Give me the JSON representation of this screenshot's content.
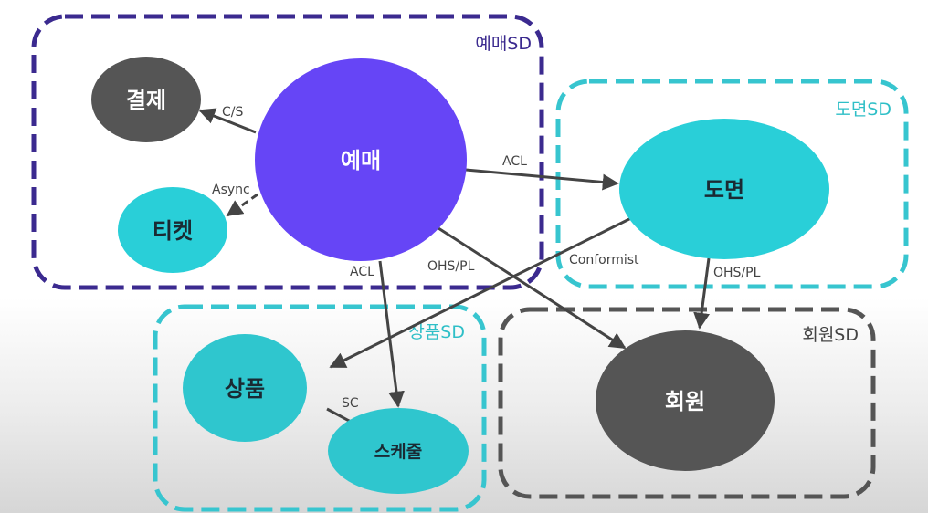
{
  "colors": {
    "purple_dark": "#3b2a8f",
    "purple": "#6645f6",
    "cyan": "#29cfd8",
    "teal": "#2fbfc7",
    "gray": "#555555",
    "gray_dashed": "#555555"
  },
  "domains": {
    "reservation_sd": "예매SD",
    "seat_sd": "도면SD",
    "product_sd": "상품SD",
    "member_sd": "회원SD"
  },
  "nodes": {
    "reservation": "예매",
    "payment": "결제",
    "ticket": "티켓",
    "seatmap": "도면",
    "product": "상품",
    "schedule": "스케줄",
    "member": "회원"
  },
  "edges": {
    "cs": "C/S",
    "async": "Async",
    "acl_seat": "ACL",
    "acl_schedule": "ACL",
    "ohs_pl_member": "OHS/PL",
    "conformist": "Conformist",
    "ohs_pl_seat": "OHS/PL",
    "sc": "SC"
  }
}
